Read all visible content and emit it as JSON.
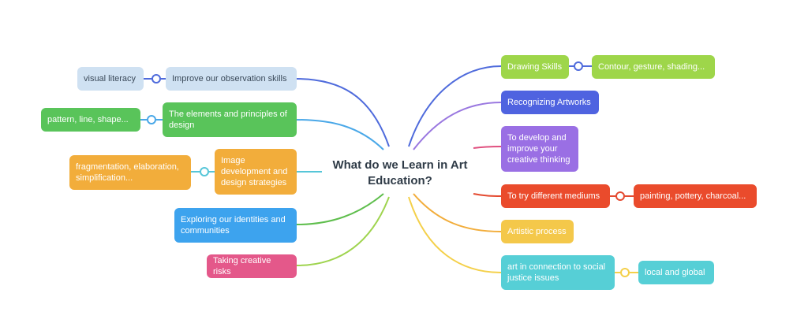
{
  "center_topic": "What do we Learn in Art Education?",
  "left_branches": [
    {
      "label": "Improve our observation skills",
      "color": "#cfe1f2",
      "connector_color": "#4f6bdc",
      "child": {
        "label": "visual literacy",
        "color": "#cfe1f2"
      }
    },
    {
      "label": "The elements and principles of design",
      "color": "#59c45a",
      "connector_color": "#4aa8e8",
      "child": {
        "label": "pattern, line, shape...",
        "color": "#59c45a"
      }
    },
    {
      "label": "Image development and design strategies",
      "color": "#f2ad3b",
      "connector_color": "#56c6d8",
      "child": {
        "label": "fragmentation, elaboration, simplification...",
        "color": "#f2ad3b"
      }
    },
    {
      "label": "Exploring our identities and communities",
      "color": "#3da3ee",
      "connector_color": "#5fbe4d"
    },
    {
      "label": "Taking creative risks",
      "color": "#e4588a",
      "connector_color": "#9fd44f"
    }
  ],
  "right_branches": [
    {
      "label": "Drawing Skills",
      "color": "#9ed64a",
      "connector_color": "#4f6bdc",
      "child": {
        "label": "Contour, gesture, shading...",
        "color": "#9ed64a"
      }
    },
    {
      "label": "Recognizing Artworks",
      "color": "#4f63e0",
      "connector_color": "#9a78e0"
    },
    {
      "label": "To develop and improve your creative thinking",
      "color": "#9a6fe4",
      "connector_color": "#e0507f"
    },
    {
      "label": "To try different mediums",
      "color": "#ea4b2c",
      "connector_color": "#e44a30",
      "child": {
        "label": "painting, pottery, charcoal...",
        "color": "#ea4b2c"
      }
    },
    {
      "label": "Artistic process",
      "color": "#f4c84a",
      "connector_color": "#f2ad3b"
    },
    {
      "label": "art in connection to social justice issues",
      "color": "#56cfd6",
      "connector_color": "#f4d04a",
      "child": {
        "label": "local and global",
        "color": "#56cfd6"
      }
    }
  ]
}
